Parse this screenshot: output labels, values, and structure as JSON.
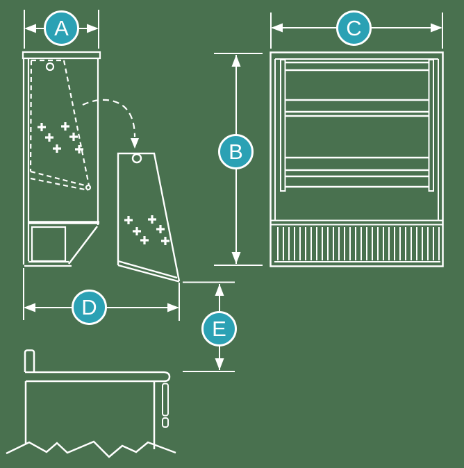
{
  "diagram": {
    "description": "Product dimension line drawing with five labeled measurements",
    "background_color": "#49714F",
    "line_color": "#FFFFFF",
    "badge_fill_color": "#2BA1B4",
    "badge_text_color": "#FFFFFF",
    "badges": [
      {
        "id": "A",
        "label": "A",
        "axis": "horizontal"
      },
      {
        "id": "B",
        "label": "B",
        "axis": "vertical"
      },
      {
        "id": "C",
        "label": "C",
        "axis": "horizontal"
      },
      {
        "id": "D",
        "label": "D",
        "axis": "horizontal"
      },
      {
        "id": "E",
        "label": "E",
        "axis": "vertical"
      }
    ],
    "views": [
      {
        "name": "side-view-cabinet"
      },
      {
        "name": "detached-divider-panel"
      },
      {
        "name": "front-view-rack"
      },
      {
        "name": "wall-mount-section"
      }
    ]
  }
}
